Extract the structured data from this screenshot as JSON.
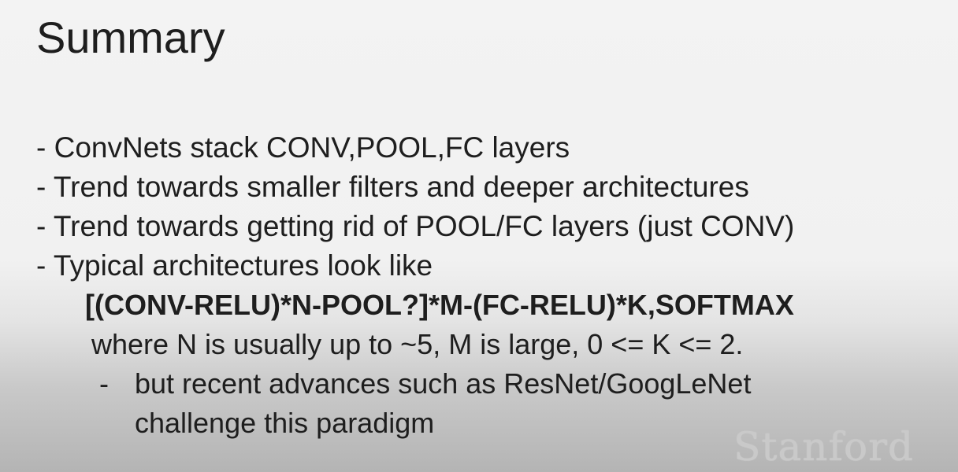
{
  "slide": {
    "title": "Summary",
    "bullets": [
      "- ConvNets stack CONV,POOL,FC layers",
      "- Trend towards smaller filters and deeper architectures",
      "- Trend towards getting rid of POOL/FC layers (just CONV)",
      "- Typical architectures look like"
    ],
    "formula": "[(CONV-RELU)*N-POOL?]*M-(FC-RELU)*K,SOFTMAX",
    "where_text": "where N is usually up to ~5, M is large, 0 <= K <= 2.",
    "sub_bullet": {
      "marker": "-",
      "text": "but recent advances such as ResNet/GoogLeNet\nchallenge this paradigm"
    },
    "logo_text": "Stanford"
  }
}
